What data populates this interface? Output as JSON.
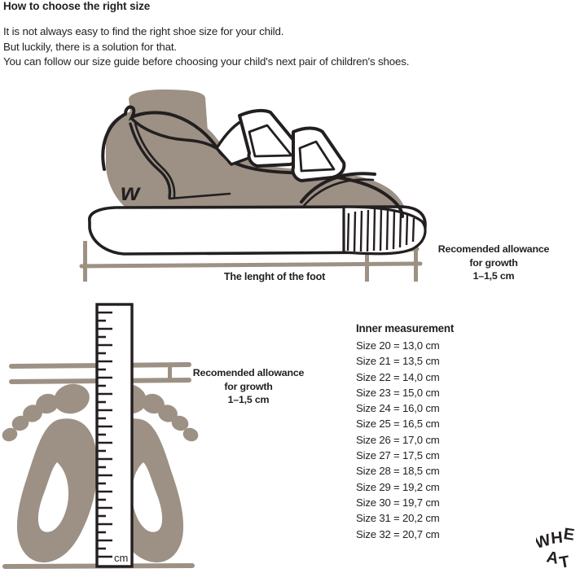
{
  "header": {
    "title": "How to choose the right size",
    "lines": [
      "It is not always easy to find the right shoe size for your child.",
      "But luckily, there is a solution for that.",
      "You can follow our size guide before choosing your child's next pair of children's shoes."
    ]
  },
  "shoe_figure": {
    "logo_letter": "w",
    "length_label": "The lenght of the foot",
    "allowance_label": {
      "line1": "Recomended allowance",
      "line2": "for growth",
      "line3": "1–1,5 cm"
    }
  },
  "feet_figure": {
    "ruler_unit": "cm",
    "allowance_label": {
      "line1": "Recomended allowance",
      "line2": "for growth",
      "line3": "1–1,5 cm"
    }
  },
  "size_table": {
    "title": "Inner measurement",
    "rows": [
      "Size 20 = 13,0 cm",
      "Size 21 = 13,5 cm",
      "Size 22 = 14,0 cm",
      "Size 23 = 15,0 cm",
      "Size 24 = 16,0 cm",
      "Size 25 = 16,5 cm",
      "Size 26 = 17,0 cm",
      "Size 27 = 17,5 cm",
      "Size 28 = 18,5 cm",
      "Size 29 = 19,2 cm",
      "Size 30 = 19,7 cm",
      "Size 31 = 20,2 cm",
      "Size 32 = 20,7 cm"
    ]
  },
  "brand": {
    "name": "WHEAT"
  },
  "colors": {
    "taupe": "#9c9184",
    "ink": "#231f20",
    "white": "#ffffff",
    "background": "#ffffff"
  }
}
